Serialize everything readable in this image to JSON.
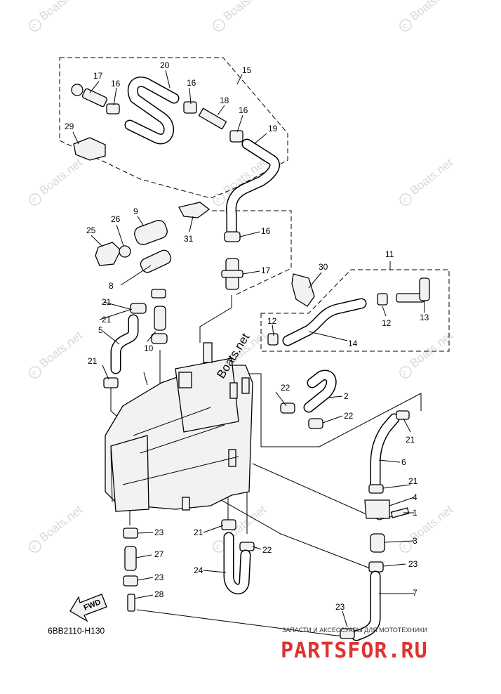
{
  "diagram": {
    "drawing_code": "6BB2110-H130",
    "direction_label": "FWD",
    "center_watermark": "Boats.net",
    "callouts": [
      "1",
      "2",
      "3",
      "4",
      "5",
      "6",
      "7",
      "8",
      "9",
      "10",
      "11",
      "12",
      "12",
      "13",
      "14",
      "15",
      "16",
      "16",
      "16",
      "16",
      "17",
      "17",
      "18",
      "19",
      "20",
      "21",
      "21",
      "21",
      "21",
      "21",
      "21",
      "22",
      "22",
      "22",
      "23",
      "23",
      "23",
      "23",
      "24",
      "25",
      "26",
      "27",
      "28",
      "29",
      "30",
      "31"
    ]
  },
  "watermarks": [
    "Boats.net",
    "Boats.net",
    "Boats.net",
    "Boats.net",
    "Boats.net",
    "Boats.net",
    "Boats.net",
    "Boats.net",
    "Boats.net",
    "Boats.net",
    "Boats.net",
    "Boats.net"
  ],
  "logo": {
    "tagline": "ЗАПАСТИ И АКСЕССУАРЫ ДЛЯ МОТОТЕХНИКИ",
    "text": "PARTSFOR.RU",
    "color": "#e0322f"
  },
  "colors": {
    "line": "#000000",
    "part_fill": "#f2f2f2",
    "watermark": "#d8d8d8"
  }
}
